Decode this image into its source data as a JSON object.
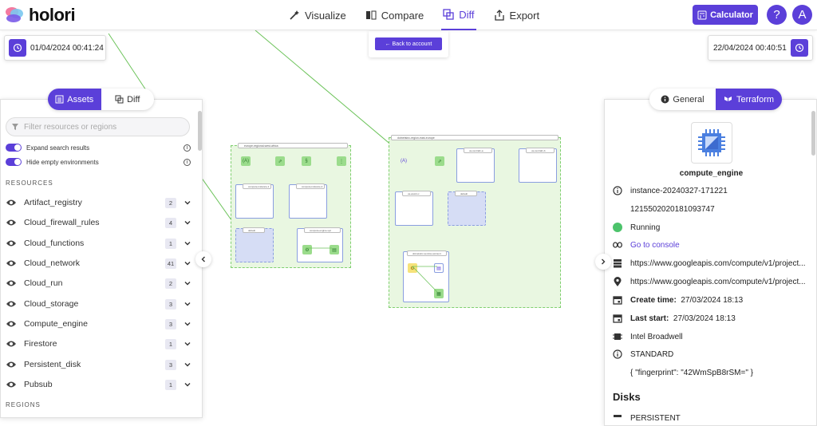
{
  "app": {
    "logo_text": "holori"
  },
  "nav": [
    {
      "label": "Visualize",
      "active": false
    },
    {
      "label": "Compare",
      "active": false
    },
    {
      "label": "Diff",
      "active": true
    },
    {
      "label": "Export",
      "active": false
    }
  ],
  "header": {
    "calculator_label": "Calculator",
    "help_label": "?",
    "avatar_label": "A"
  },
  "timestamps": {
    "left": "01/04/2024 00:41:24",
    "right": "22/04/2024 00:40:51"
  },
  "back_label": "← Back to account",
  "left_panel": {
    "tabs": [
      "Assets",
      "Diff"
    ],
    "search_placeholder": "Filter resources or regions",
    "toggles": [
      "Expand search results",
      "Hide empty environments"
    ],
    "resources_heading": "RESOURCES",
    "regions_heading": "REGIONS",
    "resources": [
      {
        "name": "Artifact_registry",
        "count": "2"
      },
      {
        "name": "Cloud_firewall_rules",
        "count": "4"
      },
      {
        "name": "Cloud_functions",
        "count": "1"
      },
      {
        "name": "Cloud_network",
        "count": "41"
      },
      {
        "name": "Cloud_run",
        "count": "2"
      },
      {
        "name": "Cloud_storage",
        "count": "3"
      },
      {
        "name": "Compute_engine",
        "count": "3"
      },
      {
        "name": "Firestore",
        "count": "1"
      },
      {
        "name": "Persistent_disk",
        "count": "3"
      },
      {
        "name": "Pubsub",
        "count": "1"
      }
    ]
  },
  "right_panel": {
    "tabs": [
      "General",
      "Terraform"
    ],
    "resource_name": "compute_engine",
    "props": {
      "instance_name": "instance-20240327-171221",
      "instance_id": "1215502020181093747",
      "status": "Running",
      "console_link": "Go to console",
      "self_link": "https://www.googleapis.com/compute/v1/project...",
      "zone_link": "https://www.googleapis.com/compute/v1/project...",
      "create_time_label": "Create time:",
      "create_time_value": "27/03/2024 18:13",
      "last_start_label": "Last start:",
      "last_start_value": "27/03/2024 18:13",
      "cpu": "Intel Broadwell",
      "tier": "STANDARD",
      "metadata": "{ \"fingerprint\": \"42WmSpB8rSM=\" }"
    },
    "disks_heading": "Disks",
    "disk_partial": "PERSISTENT"
  },
  "canvas": {
    "env1_label": "europe-regional-west-africa",
    "env2_label": "dotnetsinc-region-east-europe",
    "box_labels": [
      "compute-instance-1",
      "compute-instance-2",
      "default",
      "compute-engine-vpc",
      "us-central1-a",
      "us-central1-b",
      "us-west1-c",
      "default",
      "dotnetsinc-service-account"
    ],
    "colors": {
      "accent": "#5b3fd9",
      "env_fill": "#e9f7e1",
      "env_border": "#7fcf6f",
      "link_line": "#6cc35a"
    }
  }
}
